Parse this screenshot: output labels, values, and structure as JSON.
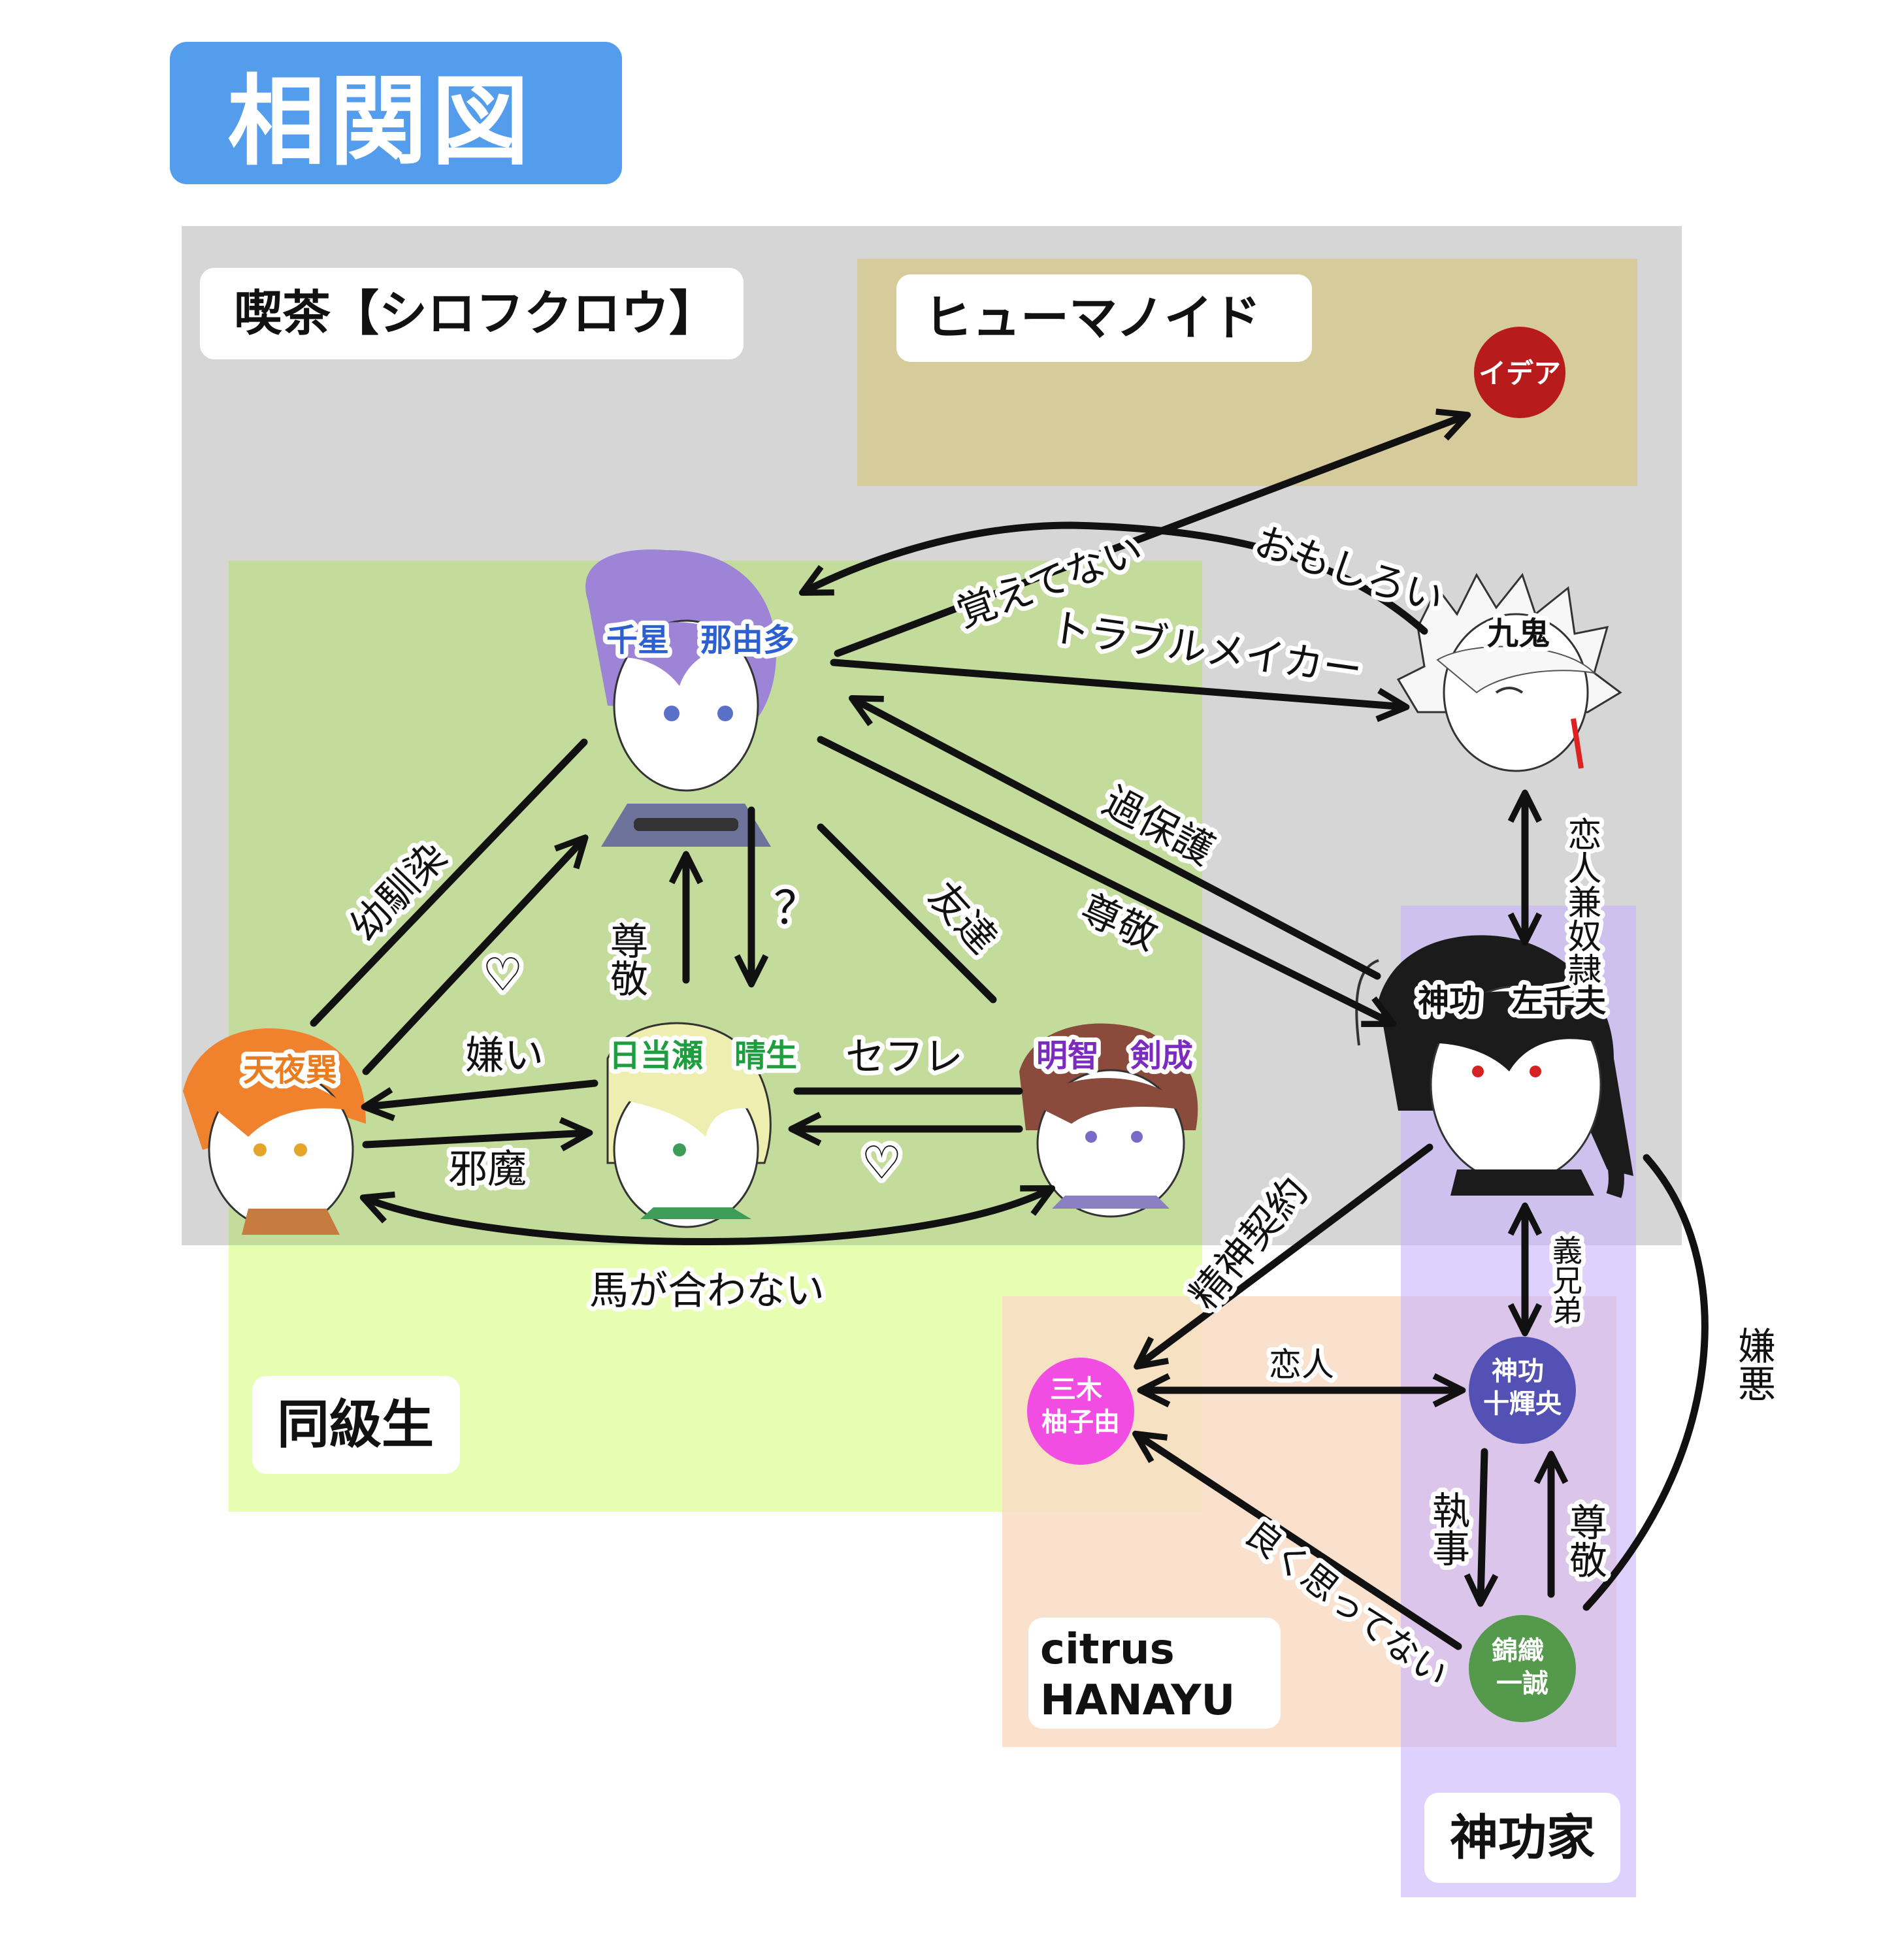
{
  "title": "相関図",
  "groups": {
    "cafe": "喫茶【シロフクロウ】",
    "humanoid": "ヒューマノイド",
    "classmates": "同級生",
    "citrus": "citrus\nHANAYU",
    "jinku_family": "神功家"
  },
  "characters": {
    "nayuta": "千星　那由多",
    "amaya": "天夜巽",
    "haruki": "日当瀬　晴生",
    "kensei": "明智　剣成",
    "idea": "イデア",
    "kuki": "九鬼",
    "sachio": "神功　左千夫",
    "mikiyu": "三木\n柚子由",
    "kiou": "神功\n十輝央",
    "nishiki": "錦織\n一誠"
  },
  "relations": {
    "omoshiroi": "おもしろい",
    "oboetenai": "覚えてない",
    "trouble": "トラブルメイカー",
    "kahogo": "過保護",
    "sonkei_a": "尊敬",
    "sonkei_b": "尊敬",
    "sonkei_c": "尊敬",
    "osananajimi": "幼馴染",
    "heart_a": "♡",
    "heart_b": "♡",
    "question": "？",
    "tomodachi": "友達",
    "kirai": "嫌い",
    "jama": "邪魔",
    "sefure": "セフレ",
    "umagaawanai": "馬が合わない",
    "dorei_koibito": "恋人兼奴隷",
    "gikyoudai": "義兄弟",
    "seishin_keiyaku": "精神契約",
    "koibito": "恋人",
    "shitsuji": "執事",
    "yoku_omottenai": "良く思ってない",
    "keno": "嫌悪"
  },
  "colors": {
    "title_bg": "#549ded",
    "cafe_bg": "#d6d6d6",
    "humanoid_bg": "#d5cb9b",
    "classmates_bg": "#c3db9b",
    "classmates_light_bg": "#e6fdb2",
    "citrus_bg": "#f9dcc5",
    "jinku_bg": "#ddccfe",
    "nayuta_text": "#2c5fcf",
    "amaya_text": "#e97c1e",
    "haruki_text": "#1f9e3f",
    "kensei_text": "#7b2cbf",
    "idea_circle": "#b71b1b",
    "mikiyu_circle": "#f24de3",
    "kiou_circle": "#5351b3",
    "nishiki_circle": "#55994c"
  }
}
